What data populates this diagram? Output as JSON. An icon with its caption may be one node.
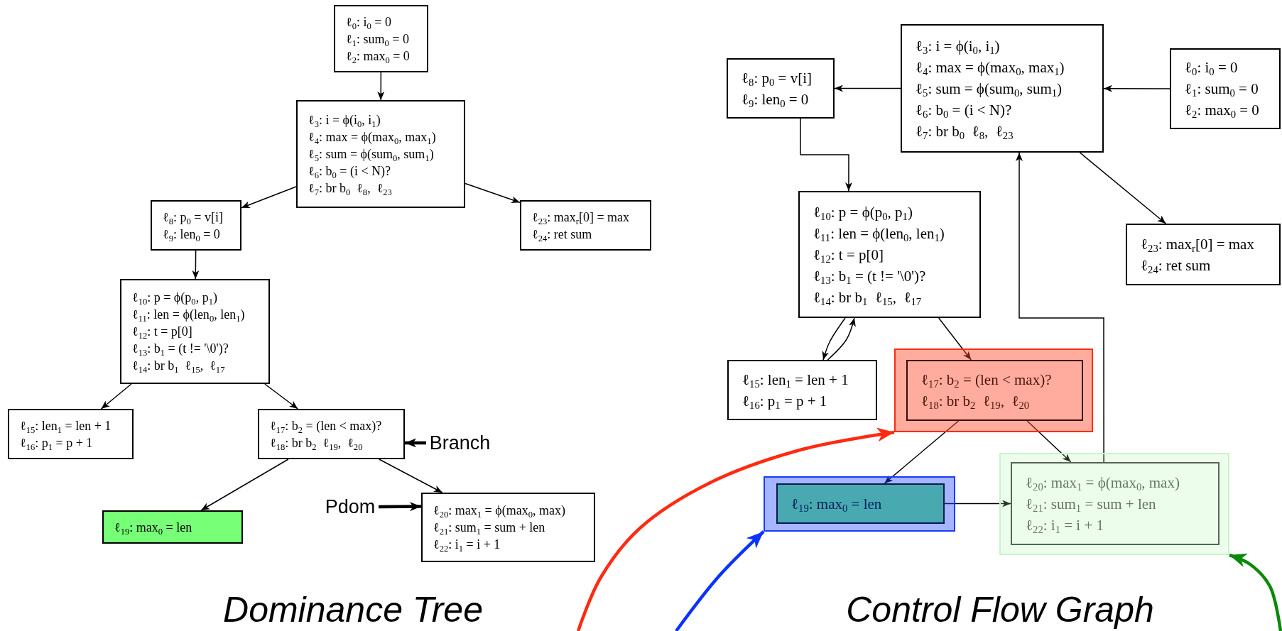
{
  "diagram": {
    "nodes": [
      {
        "text": [
          "ℓ$_{0}$: i$_{0}$ = 0",
          "ℓ$_{1}$: sum$_{0}$ = 0",
          "ℓ$_{2}$: max$_{0}$ = 0"
        ]
      },
      {
        "text": [
          "ℓ$_{3}$: i = ϕ(i$_{0}$, i$_{1}$)",
          "ℓ$_{4}$: max = ϕ(max$_{0}$, max$_{1}$)",
          "ℓ$_{5}$: sum = ϕ(sum$_{0}$, sum$_{1}$)",
          "ℓ$_{6}$: b$_{0}$ = (i < N)?",
          "ℓ$_{7}$: br b$_{0}$  ℓ$_{8}$,  ℓ$_{23}$"
        ]
      },
      {
        "text": [
          "ℓ$_{8}$: p$_{0}$ = v[i]",
          "ℓ$_{9}$: len$_{0}$ = 0"
        ]
      },
      {
        "text": [
          "ℓ$_{23}$: max$_{r}$[0] = max",
          "ℓ$_{24}$: ret sum"
        ]
      },
      {
        "text": [
          "ℓ$_{10}$: p = ϕ(p$_{0}$, p$_{1}$)",
          "ℓ$_{11}$: len = ϕ(len$_{0}$, len$_{1}$)",
          "ℓ$_{12}$: t = p[0]",
          "ℓ$_{13}$: b$_{1}$ = (t != '\\0')?",
          "ℓ$_{14}$: br b$_{1}$  ℓ$_{15}$,  ℓ$_{17}$"
        ]
      },
      {
        "text": [
          "ℓ$_{15}$: len$_{1}$ = len + 1",
          "ℓ$_{16}$: p$_{1}$ = p + 1"
        ]
      },
      {
        "text": [
          "ℓ$_{17}$: b$_{2}$ = (len < max)?",
          "ℓ$_{18}$: br b$_{2}$  ℓ$_{19}$,  ℓ$_{20}$"
        ]
      },
      {
        "text": [
          "Branch"
        ]
      },
      {
        "text": [
          "Pdom"
        ]
      },
      {
        "text": [
          "ℓ$_{19}$: max$_{0}$ = len"
        ]
      },
      {
        "text": [
          "ℓ$_{20}$: max$_{1}$ = ϕ(max$_{0}$, max)",
          "ℓ$_{21}$: sum$_{1}$ = sum + len",
          "ℓ$_{22}$: i$_{1}$ = i + 1"
        ]
      },
      {
        "text": [
          "ℓ$_{3}$: i = ϕ(i$_{0}$, i$_{1}$)",
          "ℓ$_{4}$: max = ϕ(max$_{0}$, max$_{1}$)",
          "ℓ$_{5}$: sum = ϕ(sum$_{0}$, sum$_{1}$)",
          "ℓ$_{6}$: b$_{0}$ = (i < N)?",
          "ℓ$_{7}$: br b$_{0}$  ℓ$_{8}$,  ℓ$_{23}$"
        ]
      },
      {
        "text": [
          "ℓ$_{8}$: p$_{0}$ = v[i]",
          "ℓ$_{9}$: len$_{0}$ = 0"
        ]
      },
      {
        "text": [
          "ℓ$_{0}$: i$_{0}$ = 0",
          "ℓ$_{1}$: sum$_{0}$ = 0",
          "ℓ$_{2}$: max$_{0}$ = 0"
        ]
      },
      {
        "text": [
          "ℓ$_{10}$: p = ϕ(p$_{0}$, p$_{1}$)",
          "ℓ$_{11}$: len = ϕ(len$_{0}$, len$_{1}$)",
          "ℓ$_{12}$: t = p[0]",
          "ℓ$_{13}$: b$_{1}$ = (t != '\\0')?",
          "ℓ$_{14}$: br b$_{1}$  ℓ$_{15}$,  ℓ$_{17}$"
        ]
      },
      {
        "text": [
          "ℓ$_{23}$: max$_{r}$[0] = max",
          "ℓ$_{24}$: ret sum"
        ]
      },
      {
        "text": [
          "ℓ$_{15}$: len$_{1}$ = len + 1",
          "ℓ$_{16}$: p$_{1}$ = p + 1"
        ]
      },
      {
        "text": [],
        "shape": "box"
      },
      {
        "text": [
          "ℓ$_{17}$: b$_{2}$ = (len < max)?",
          "ℓ$_{18}$: br b$_{2}$  ℓ$_{19}$,  ℓ$_{20}$"
        ],
        "in": 17
      },
      {
        "text": [],
        "shape": "box"
      },
      {
        "text": [
          "ℓ$_{20}$: max$_{1}$ = ϕ(max$_{0}$, max)",
          "ℓ$_{21}$: sum$_{1}$ = sum + len",
          "ℓ$_{22}$: i$_{1}$ = i + 1"
        ],
        "in": 19
      },
      {
        "text": [],
        "shape": "box"
      },
      {
        "text": [
          "ℓ$_{19}$: max$_{0}$ = len"
        ],
        "in": 21
      }
    ],
    "edges": [
      {
        "from": 0,
        "to": 1,
        "arrow": "to"
      },
      {
        "from": 1,
        "to": 2,
        "arrow": "to"
      },
      {
        "from": 1,
        "to": 3,
        "arrow": "to"
      },
      {
        "from": 2,
        "to": 4,
        "arrow": "to"
      },
      {
        "from": 4,
        "to": 5,
        "arrow": "to"
      },
      {
        "from": 4,
        "to": 6,
        "arrow": "to"
      },
      {
        "from": 6,
        "to": 9,
        "arrow": "to"
      },
      {
        "from": 6,
        "to": 10,
        "arrow": "to"
      },
      {
        "from": 7,
        "to": 6,
        "arrow": "to",
        "style": "thick"
      },
      {
        "from": 8,
        "to": 10,
        "arrow": "to",
        "style": "thick"
      },
      {
        "from": 13,
        "to": 11,
        "arrow": "to"
      },
      {
        "from": 11,
        "to": 12,
        "arrow": "to"
      },
      {
        "from": 12,
        "to": 14,
        "arrow": "to"
      },
      {
        "from": 11,
        "to": 15,
        "arrow": "to"
      },
      {
        "from": 14,
        "to": 16,
        "arrow": "to"
      },
      {
        "from": 16,
        "to": 14,
        "arrow": "to"
      },
      {
        "from": 14,
        "to": 18,
        "arrow": "to"
      },
      {
        "from": 18,
        "to": 22,
        "arrow": "to"
      },
      {
        "from": 18,
        "to": 20,
        "arrow": "to"
      },
      {
        "from": 22,
        "to": 20,
        "arrow": "to"
      },
      {
        "from": 20,
        "to": 11,
        "arrow": "to"
      },
      {
        "from": null,
        "to": 17,
        "arrow": "to",
        "style": "thick",
        "color": "#ff2a10"
      },
      {
        "from": null,
        "to": 21,
        "arrow": "to",
        "style": "thick",
        "color": "#0a32ff"
      },
      {
        "from": null,
        "to": 19,
        "arrow": "to",
        "style": "thick",
        "color": "#0a8a0a"
      }
    ],
    "labels": [
      "Dominance Tree",
      "Control Flow Graph"
    ]
  }
}
